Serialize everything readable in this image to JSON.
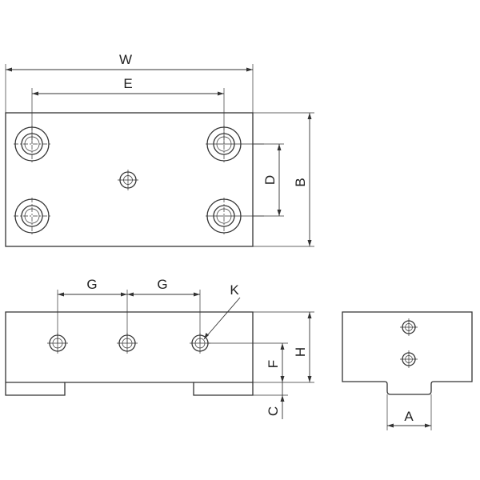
{
  "labels": {
    "W": "W",
    "E": "E",
    "D": "D",
    "B": "B",
    "G1": "G",
    "G2": "G",
    "K": "K",
    "H": "H",
    "F": "F",
    "C": "C",
    "A": "A"
  }
}
